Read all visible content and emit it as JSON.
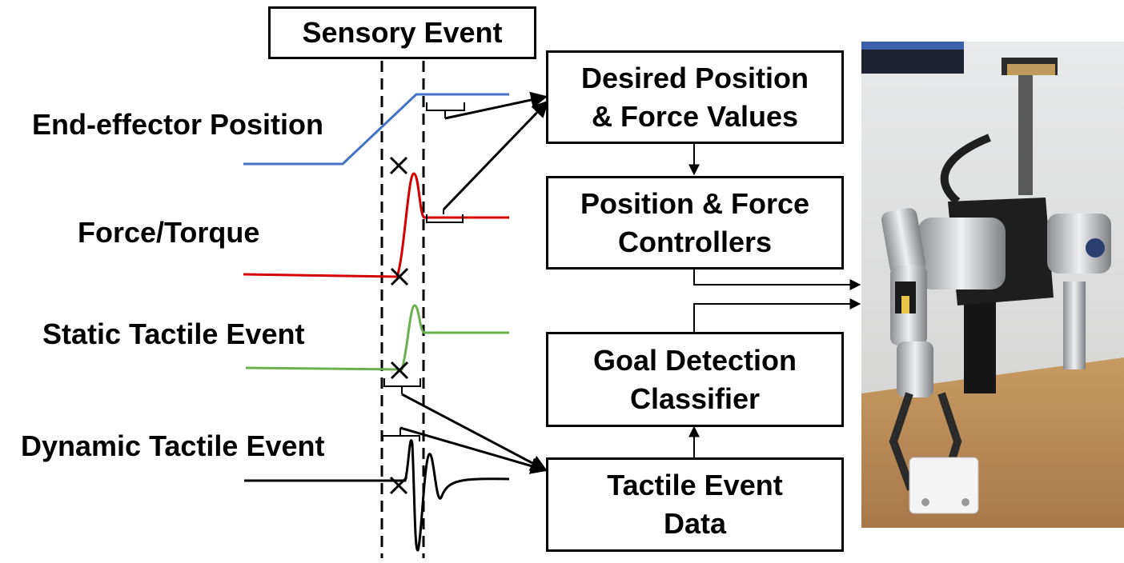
{
  "header": {
    "sensory_event": "Sensory Event"
  },
  "signals": {
    "end_effector": "End-effector Position",
    "force_torque": "Force/Torque",
    "static_tactile": "Static Tactile Event",
    "dynamic_tactile": "Dynamic Tactile Event"
  },
  "blocks": {
    "desired": {
      "line1": "Desired Position",
      "line2": "& Force Values"
    },
    "controllers": {
      "line1": "Position & Force",
      "line2": "Controllers"
    },
    "goal": {
      "line1": "Goal Detection",
      "line2": "Classifier"
    },
    "tactile": {
      "line1": "Tactile Event",
      "line2": "Data"
    }
  },
  "colors": {
    "position_trace": "#4472c4",
    "force_trace": "#d40000",
    "static_trace": "#6ab04c",
    "dynamic_trace": "#000000"
  },
  "photo": {
    "subject": "robot-arm-photo"
  }
}
